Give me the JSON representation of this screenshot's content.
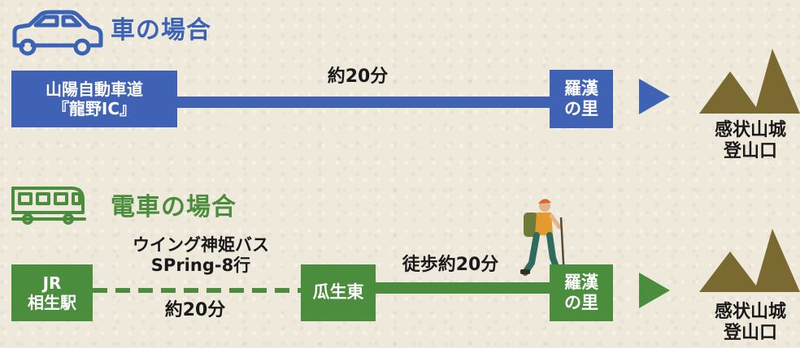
{
  "car_section": {
    "title": "車の場合",
    "start_box": "山陽自動車道\n『龍野IC』",
    "duration": "約20分",
    "end_box": "羅漢\nの里",
    "destination": "感状山城\n登山口"
  },
  "train_section": {
    "title": "電車の場合",
    "start_box": "JR\n相生駅",
    "bus_label": "ウイング神姫バス\nSPring-8行",
    "bus_duration": "約20分",
    "transfer_box": "瓜生東",
    "walk_label": "徒歩約20分",
    "end_box": "羅漢\nの里",
    "destination": "感状山城\n登山口"
  },
  "colors": {
    "car_blue": "#4062b4",
    "train_green": "#4a8d3c",
    "mountain": "#7a6a31"
  },
  "icons": [
    "car-icon",
    "train-icon",
    "hiker-illustration",
    "mountain-icon"
  ]
}
